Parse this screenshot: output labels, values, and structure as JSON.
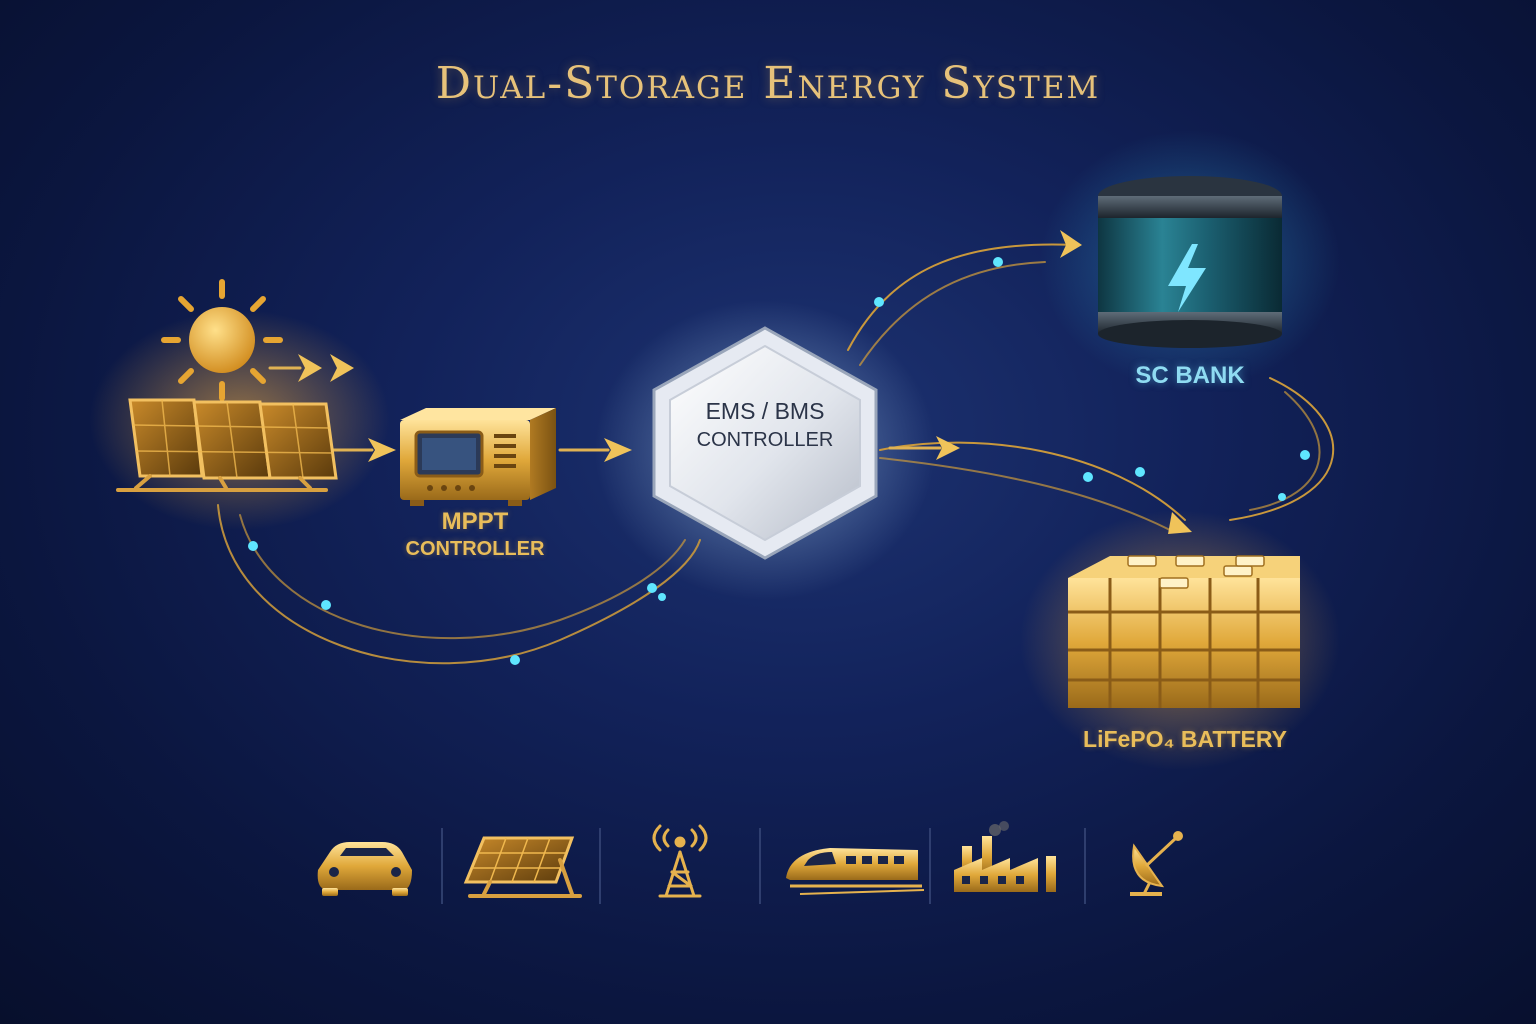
{
  "title": "Dual-Storage Energy System",
  "nodes": {
    "mppt": {
      "line1": "MPPT",
      "line2": "CONTROLLER"
    },
    "ems": {
      "line1": "EMS / BMS",
      "line2": "CONTROLLER"
    },
    "sc_bank": {
      "label": "SC BANK"
    },
    "battery": {
      "label": "LiFePO₄ BATTERY"
    }
  },
  "applications": [
    {
      "icon": "car-icon"
    },
    {
      "icon": "solar-panel-icon"
    },
    {
      "icon": "telecom-tower-icon"
    },
    {
      "icon": "train-icon"
    },
    {
      "icon": "factory-icon"
    },
    {
      "icon": "satellite-dish-icon"
    }
  ],
  "colors": {
    "background": "#0b163f",
    "gold": "#e9bd5a",
    "cyan": "#8fdcf2",
    "flow_dot": "#5fe6ff"
  }
}
